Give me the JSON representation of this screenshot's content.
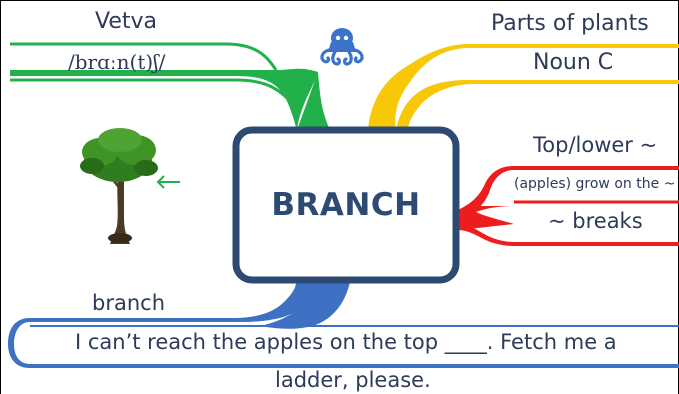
{
  "center": {
    "label": "BRANCH"
  },
  "green_branch": {
    "word": "Vetva",
    "phonetic": "/brɑːn(t)ʃ/"
  },
  "yellow_branch": {
    "topic": "Parts of plants",
    "grammar": "Noun C"
  },
  "red_branch": {
    "phrase1": "Top/lower ~",
    "phrase2": "(apples) grow on the ~",
    "phrase3": "~ breaks"
  },
  "blue_branch": {
    "answer": "branch",
    "sentence_line1": "I can’t reach the apples on the top ____. Fetch me a",
    "sentence_line2": "ladder, please."
  },
  "icons": {
    "logo": "octopus-logo-icon",
    "image": "tree-icon",
    "pointer": "arrow-left-icon"
  },
  "colors": {
    "green": "#22b04a",
    "yellow": "#f6c808",
    "red": "#ee1c1c",
    "blue": "#3e71c4",
    "navy": "#2c4a72",
    "text": "#2e3a5a"
  }
}
